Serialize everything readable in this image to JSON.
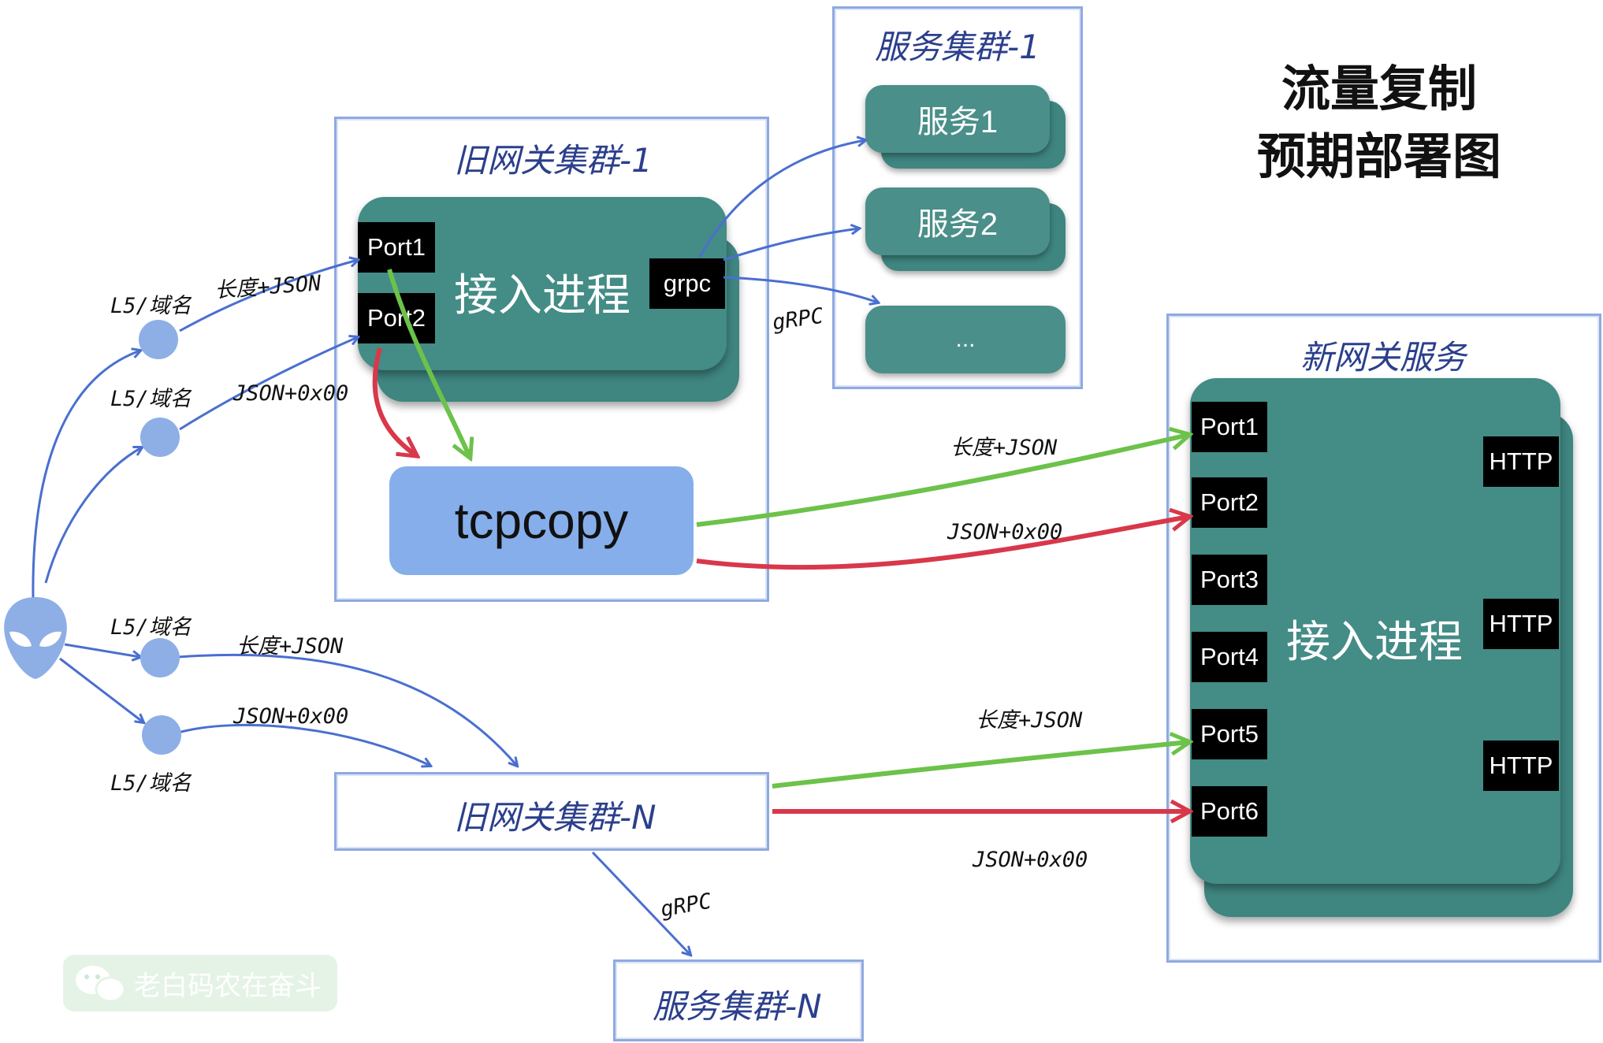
{
  "title": {
    "line1": "流量复制",
    "line2": "预期部署图"
  },
  "clusters": {
    "svc1": "服务集群-1",
    "old1": "旧网关集群-1",
    "newsvc": "新网关服务",
    "oldN": "旧网关集群-N",
    "svcN": "服务集群-N"
  },
  "services": [
    "服务1",
    "服务2",
    "..."
  ],
  "old_gateway": {
    "process": "接入进程",
    "port1": "Port1",
    "port2": "Port2",
    "grpc": "grpc"
  },
  "tcpcopy": "tcpcopy",
  "new_gateway": {
    "process": "接入进程",
    "ports": [
      "Port1",
      "Port2",
      "Port3",
      "Port4",
      "Port5",
      "Port6"
    ],
    "http": [
      "HTTP",
      "HTTP",
      "HTTP"
    ]
  },
  "edge_labels": {
    "l5_1": "L5/域名",
    "l5_2": "L5/域名",
    "l5_3": "L5/域名",
    "l5_4": "L5/域名",
    "len_json_1": "长度+JSON",
    "json00_1": "JSON+0x00",
    "grpc_1": "gRPC",
    "len_json_2": "长度+JSON",
    "json00_2": "JSON+0x00",
    "len_json_3": "长度+JSON",
    "json00_3": "JSON+0x00",
    "len_json_4": "长度+JSON",
    "json00_4": "JSON+0x00",
    "grpc_2": "gRPC"
  },
  "watermark": "老白码农在奋斗",
  "colors": {
    "teal": "#448c86",
    "blue_arrow": "#4a6fd0",
    "green_arrow": "#6cc24a",
    "red_arrow": "#d8384a",
    "tcpcopy": "#86aeea"
  }
}
